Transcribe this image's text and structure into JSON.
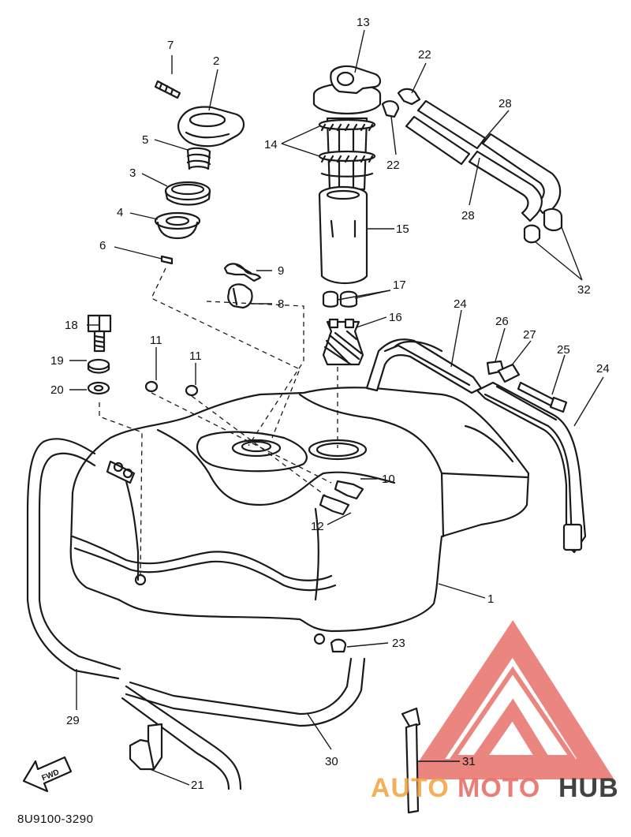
{
  "diagram": {
    "drawing_code": "8U9100-3290",
    "fwd_label": "FWD",
    "callouts": {
      "c1": "1",
      "c2": "2",
      "c3": "3",
      "c4": "4",
      "c5": "5",
      "c6": "6",
      "c7": "7",
      "c8": "8",
      "c9": "9",
      "c10": "10",
      "c11a": "11",
      "c11b": "11",
      "c12": "12",
      "c13": "13",
      "c14": "14",
      "c15": "15",
      "c16": "16",
      "c17": "17",
      "c18": "18",
      "c19": "19",
      "c20": "20",
      "c21": "21",
      "c22a": "22",
      "c22b": "22",
      "c23": "23",
      "c24a": "24",
      "c24b": "24",
      "c25": "25",
      "c26": "26",
      "c27": "27",
      "c28a": "28",
      "c28b": "28",
      "c29": "29",
      "c30": "30",
      "c31": "31",
      "c32": "32"
    }
  },
  "watermark": {
    "text_auto": "AUTO",
    "text_moto": "MOTO",
    "text_hub": "HUB",
    "color_accent": "#e8706a",
    "color_orange": "#f3a23c",
    "color_dark": "#2e2e2e"
  }
}
